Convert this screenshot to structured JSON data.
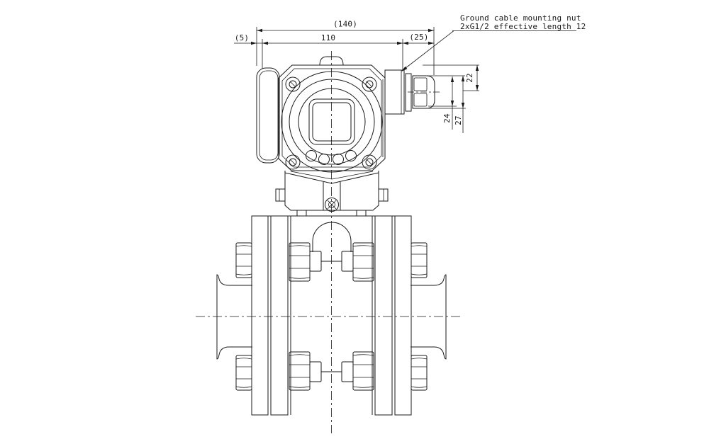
{
  "drawing": {
    "annotation": {
      "line1": "Ground cable mounting nut",
      "line2": "2xG1/2 effective length 12"
    },
    "dimensions": {
      "width_overall": "(140)",
      "width_left_offset": "(5)",
      "width_body": "110",
      "width_gland": "(25)",
      "gland_height": "22",
      "gland_across_flats": "24",
      "gland_across_corners": "27"
    },
    "colors": {
      "line": "#1a1a1a",
      "background": "#ffffff"
    }
  }
}
